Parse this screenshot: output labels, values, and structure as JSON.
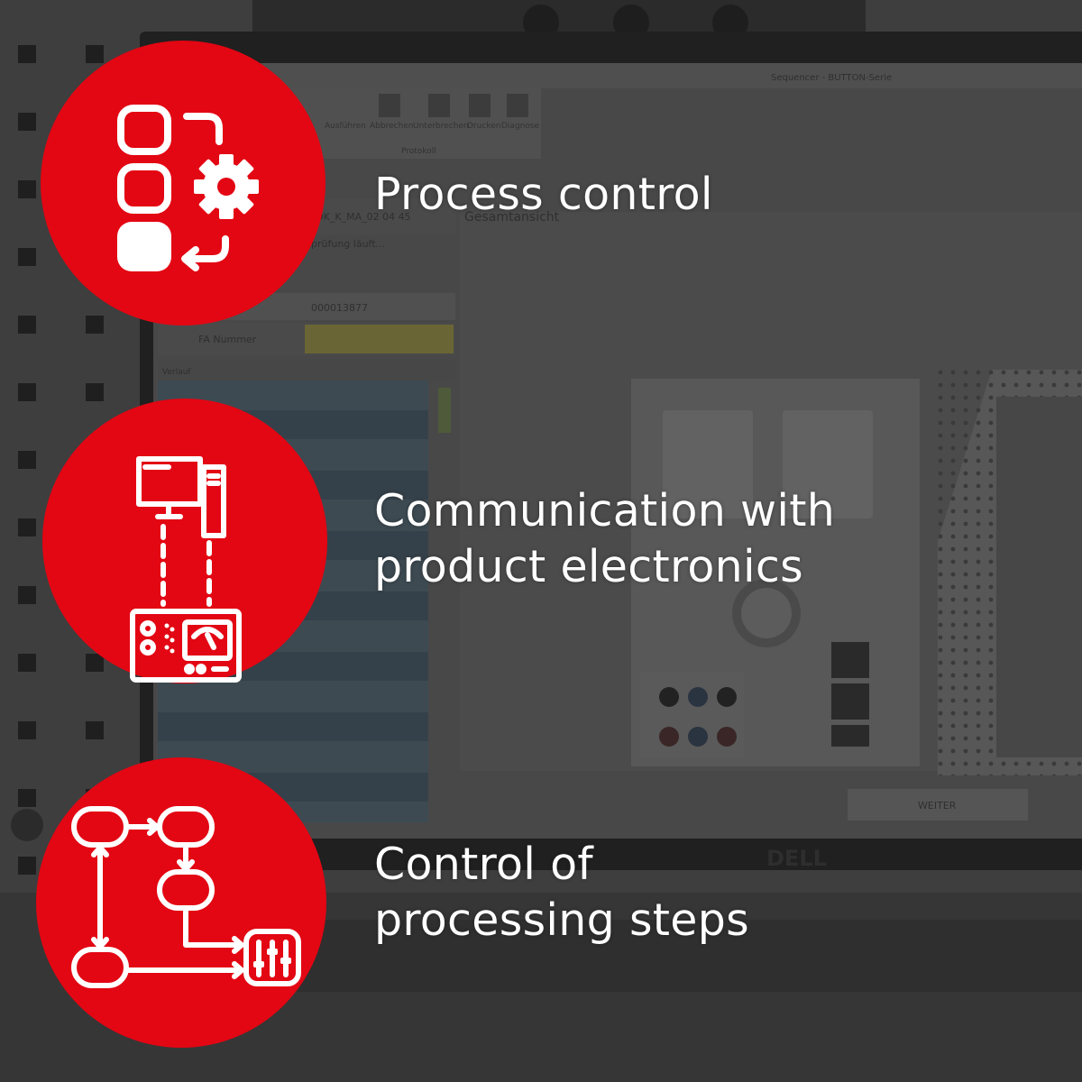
{
  "colors": {
    "accent_red": "#e30613",
    "icon_white": "#ffffff",
    "overlay": "#3b3b3b"
  },
  "background": {
    "screen_texts": {
      "topbar_title": "Sequencer - BUTTON-Serie",
      "tool_abbrechen": "Abbrechen",
      "tool_unterbrechen": "Unterbrechen",
      "tool_drucken": "Drucken",
      "tool_diagnose": "Diagnose",
      "tool_ausfuehren": "Ausführen",
      "group_protokoll": "Protokoll",
      "panel_overview": "Gesamtansicht",
      "order_code": "OK_K_MA_02 04 45",
      "status_text": "prüfung läuft...",
      "serial_value": "000013877",
      "fa_label": "FA Nummer",
      "log_title": "Verlauf",
      "button_weiter": "WEITER",
      "monitor_brand": "DELL"
    }
  },
  "features": [
    {
      "icon": "process-flow-gear-icon",
      "lines": [
        "Process control"
      ]
    },
    {
      "icon": "computer-device-link-icon",
      "lines": [
        "Communication with",
        "product electronics"
      ]
    },
    {
      "icon": "flowchart-sliders-icon",
      "lines": [
        "Control of",
        "processing steps"
      ]
    }
  ]
}
